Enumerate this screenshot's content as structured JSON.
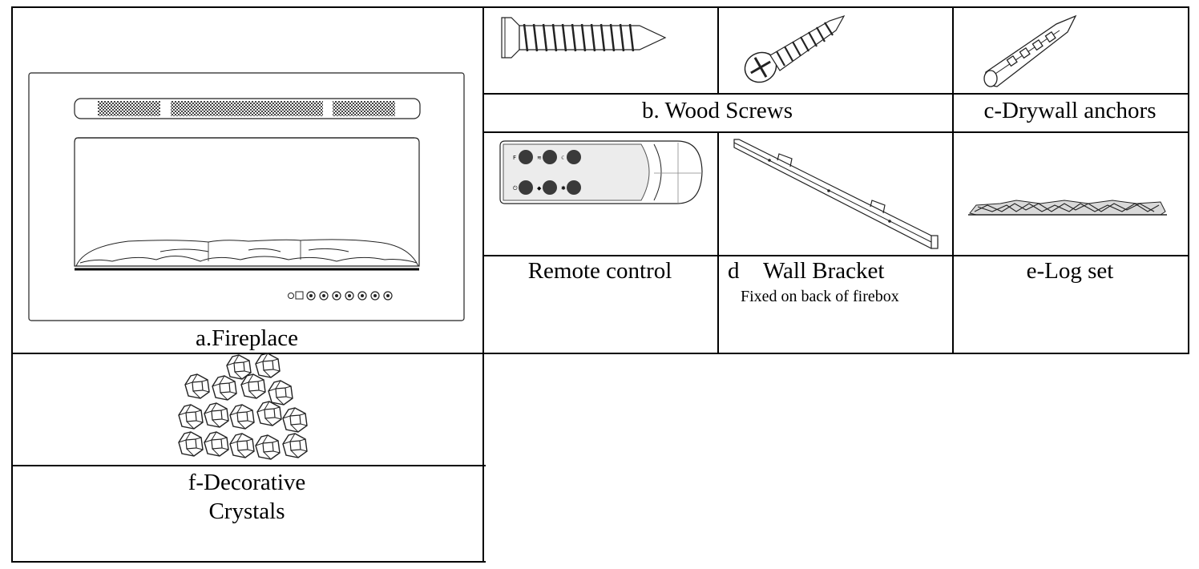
{
  "cells": {
    "fireplace": "a.Fireplace",
    "wood_screws": "b. Wood Screws",
    "drywall_anchors": "c-Drywall anchors",
    "remote_control": "Remote control",
    "wall_bracket_letter": "d",
    "wall_bracket": "Wall Bracket",
    "wall_bracket_note": "Fixed on back of firebox",
    "log_set": "e-Log set",
    "crystals_line1": "f-Decorative",
    "crystals_line2": "Crystals"
  }
}
